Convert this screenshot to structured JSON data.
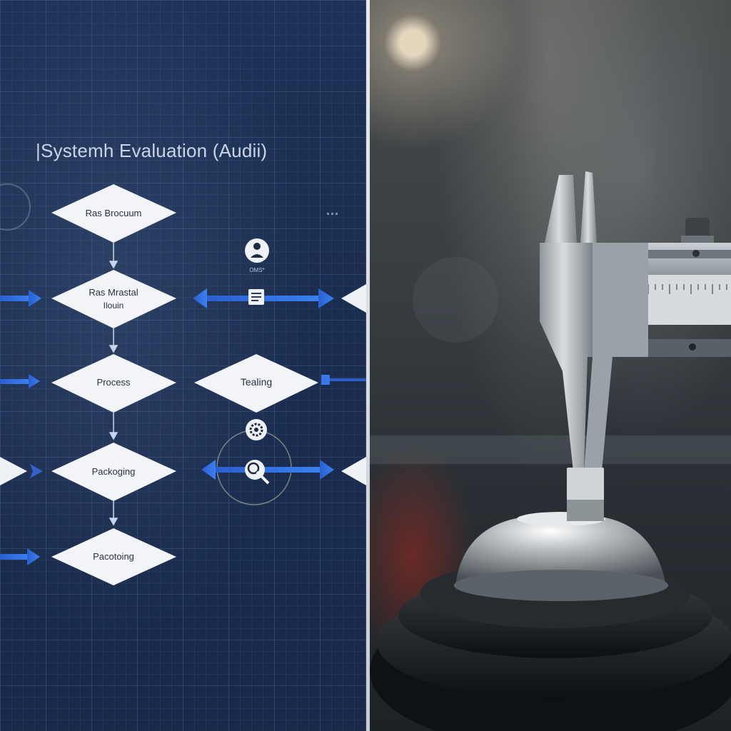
{
  "title": "|Systemh Evaluation (Audii)",
  "nodes": {
    "n1": "Ras Brocuum",
    "n2_line1": "Ras Mrastal",
    "n2_line2": "Ilouin",
    "n3": "Process",
    "n4": "Tealing",
    "n5": "Packoging",
    "n6": "Pacotoing"
  },
  "icon_caption": "OMS*",
  "colors": {
    "background": "#1b2f52",
    "arrow": "#2f6fe0",
    "node_fill": "#f2f4f7"
  }
}
